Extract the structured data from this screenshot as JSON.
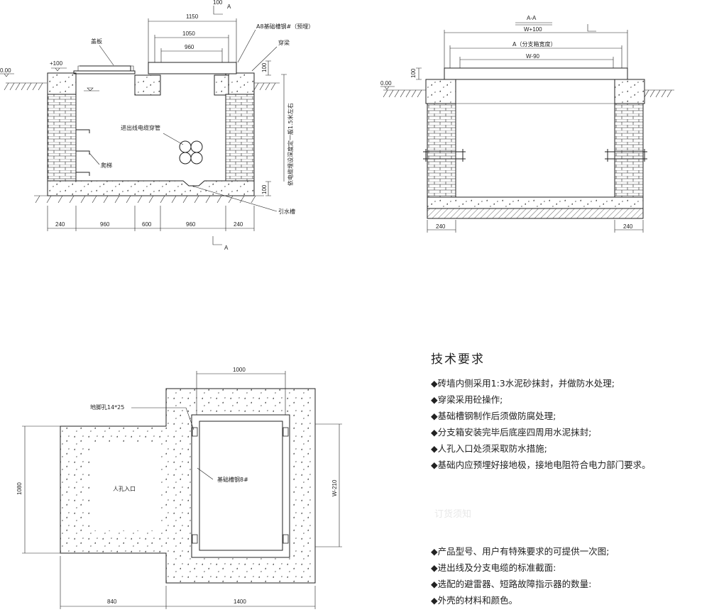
{
  "section_view": {
    "dims_top": [
      "1150",
      "1050",
      "960"
    ],
    "dim_100": "100",
    "cut_mark": "A",
    "level_plus": "+100",
    "level_zero": "0.00",
    "label_cover": "盖板",
    "label_channel": "A8基础槽钢#（预埋）",
    "label_beam": "穿梁",
    "label_conduit": "进出线电缆穿管",
    "label_ladder": "爬梯",
    "label_depth": "依电缆埋设深度定一般1.5米左右",
    "label_drain": "引水槽",
    "dims_bottom": [
      "240",
      "960",
      "600",
      "960",
      "240"
    ]
  },
  "aa_view": {
    "title": "A-A",
    "dim_outer": "W+100",
    "dim_width": "A（分支箱宽度）",
    "dim_inner": "W-90",
    "dim_100": "100",
    "level_zero": "0.00",
    "dims_bottom": [
      "240",
      "240"
    ]
  },
  "plan_view": {
    "dim_top": "1000",
    "label_anchor": "地脚孔14*25",
    "label_channel": "基础槽钢8#",
    "label_manhole": "人孔入口",
    "dim_left": "1080",
    "dim_right": "W-210",
    "dims_bottom": [
      "840",
      "1400"
    ]
  },
  "notes": {
    "title": "技术要求",
    "items": [
      "◆砖墙内侧采用1:3水泥砂抹封，并做防水处理;",
      "◆穿梁采用砼操作;",
      "◆基础槽钢制作后须做防腐处理;",
      "◆分支箱安装完毕后底座四周用水泥抹封;",
      "◆人孔入口处须采取防水措施;",
      "◆基础内应预埋好接地极，接地电阻符合电力部门要求。"
    ],
    "faint_text": "订货须知",
    "order_items": [
      "◆产品型号、用户有特殊要求的可提供一次图;",
      "◆进出线及分支电缆的标准截面:",
      "◆选配的避雷器、短路故障指示器的数量:",
      "◆外壳的材料和颜色。"
    ]
  },
  "colors": {
    "line": "#222222",
    "background": "#ffffff"
  }
}
